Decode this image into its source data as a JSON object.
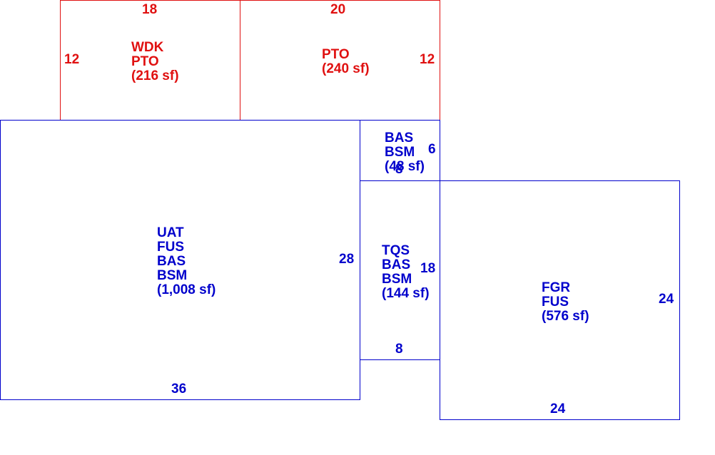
{
  "colors": {
    "red": "#e01010",
    "blue": "#0000cc"
  },
  "rooms": {
    "wdk": {
      "lines": [
        "WDK",
        "PTO",
        "(216 sf)"
      ],
      "top_dim": "18",
      "left_dim": "12"
    },
    "pto": {
      "lines": [
        "PTO",
        "(240 sf)"
      ],
      "top_dim": "20",
      "right_dim": "12"
    },
    "uat": {
      "lines": [
        "UAT",
        "FUS",
        "BAS",
        "BSM",
        "(1,008 sf)"
      ],
      "right_dim": "28",
      "bottom_dim": "36"
    },
    "bas_small": {
      "lines": [
        "BAS",
        "BSM",
        "(48 sf)"
      ],
      "right_dim": "6",
      "bottom_dim": "8"
    },
    "tqs": {
      "lines": [
        "TQS",
        "BAS",
        "BSM",
        "(144 sf)"
      ],
      "right_dim": "18",
      "bottom_dim": "8"
    },
    "fgr": {
      "lines": [
        "FGR",
        "FUS",
        "(576 sf)"
      ],
      "right_dim": "24",
      "bottom_dim": "24"
    }
  }
}
